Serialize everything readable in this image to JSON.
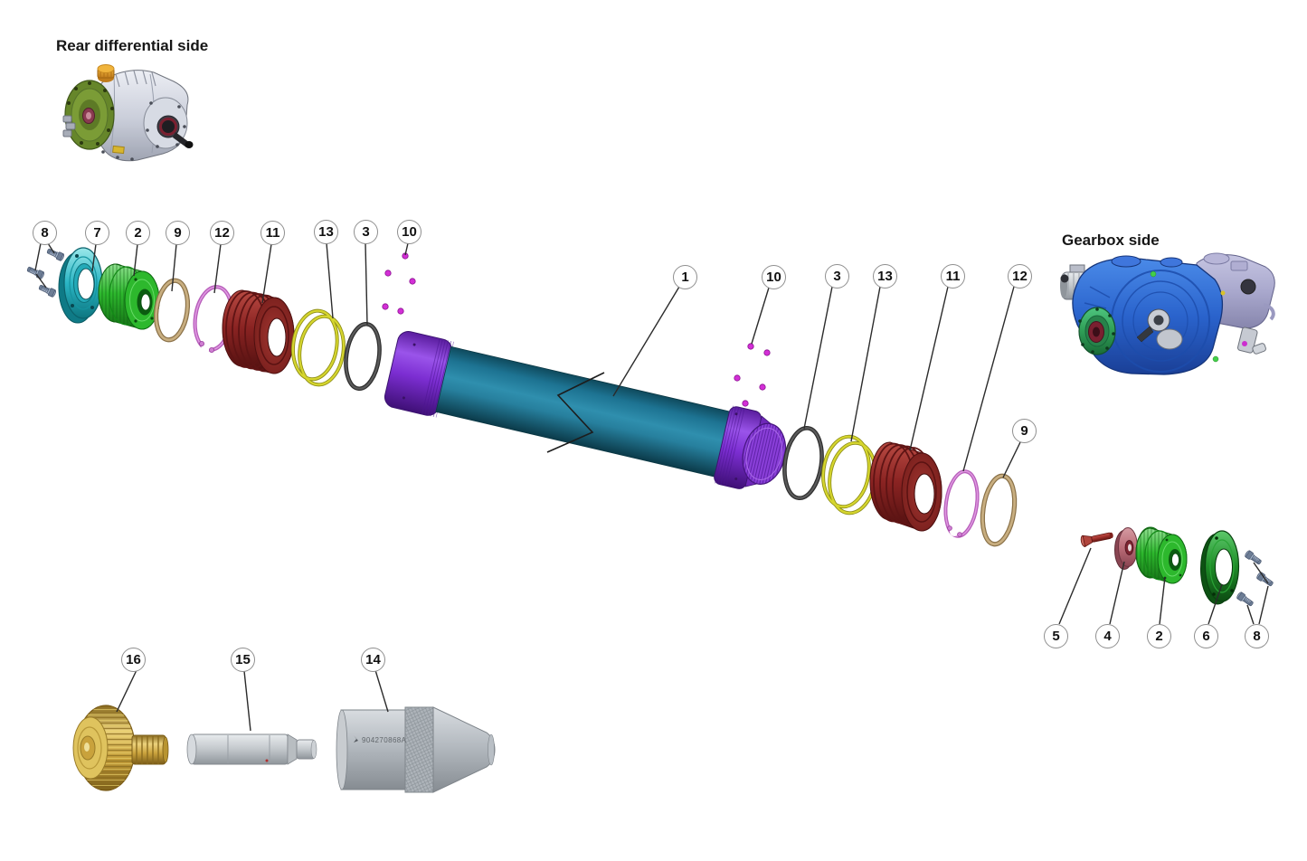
{
  "labels": {
    "rear_differential_side": "Rear differential side",
    "gearbox_side": "Gearbox side"
  },
  "markings": {
    "part14_code": "904270868A"
  },
  "callouts": [
    {
      "label": "8"
    },
    {
      "label": "7"
    },
    {
      "label": "2"
    },
    {
      "label": "9"
    },
    {
      "label": "12"
    },
    {
      "label": "11"
    },
    {
      "label": "13"
    },
    {
      "label": "3"
    },
    {
      "label": "10"
    },
    {
      "label": "1"
    },
    {
      "label": "10"
    },
    {
      "label": "3"
    },
    {
      "label": "13"
    },
    {
      "label": "11"
    },
    {
      "label": "12"
    },
    {
      "label": "9"
    },
    {
      "label": "5"
    },
    {
      "label": "4"
    },
    {
      "label": "2"
    },
    {
      "label": "6"
    },
    {
      "label": "8"
    },
    {
      "label": "16"
    },
    {
      "label": "15"
    },
    {
      "label": "14"
    }
  ],
  "palette": {
    "shaft_tube": "#237593",
    "shaft_ends": "#8633d9",
    "boot": "#8a2322",
    "coil_ring": "#d6d62e",
    "snap_ring": "#cf7fd2",
    "backup_ring": "#b5996b",
    "o_ring": "#4a4a4a",
    "balls": "#d32fd6",
    "collar_green": "#2db82d",
    "flange_teal": "#2ab5c4",
    "flange_green": "#1f8c28",
    "washer": "#bb6d78",
    "screw": "#9e2f2a",
    "bolts": "#8494ac",
    "brass_tool": "#c9a23c",
    "aluminum_tool": "#c2c7cb",
    "gearbox_blue": "#2a63cc",
    "differential_green": "#6f8f2e"
  }
}
